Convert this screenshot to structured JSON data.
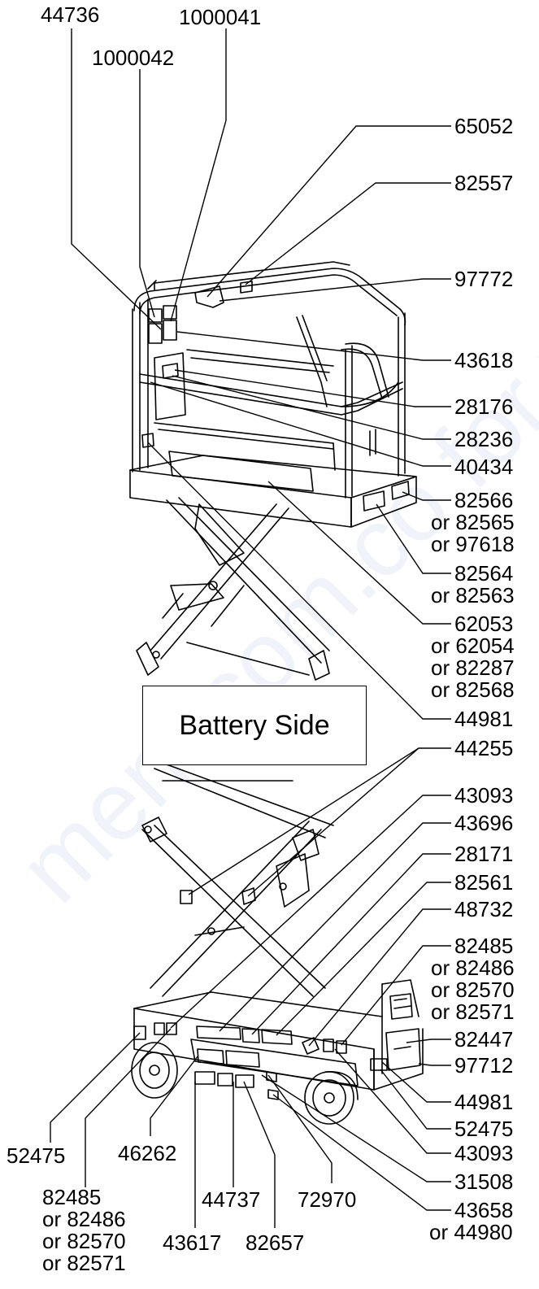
{
  "caption": "Battery Side",
  "watermark": "ment.com.co for your",
  "parts": {
    "p44736": "44736",
    "p1000041": "1000041",
    "p1000042": "1000042",
    "p65052": "65052",
    "p82557": "82557",
    "p97772": "97772",
    "p43618": "43618",
    "p28176": "28176",
    "p28236": "28236",
    "p40434": "40434",
    "p82566": "82566",
    "p82566b": "or 82565",
    "p82566c": "or 97618",
    "p82564": "82564",
    "p82564b": "or 82563",
    "p62053": "62053",
    "p62053b": "or 62054",
    "p62053c": "or 82287",
    "p62053d": "or 82568",
    "p44981a": "44981",
    "p44255": "44255",
    "p43093a": "43093",
    "p43696": "43696",
    "p28171": "28171",
    "p82561": "82561",
    "p48732": "48732",
    "p82485r": "82485",
    "p82485rb": "or 82486",
    "p82485rc": "or 82570",
    "p82485rd": "or 82571",
    "p82447": "82447",
    "p97712": "97712",
    "p44981b": "44981",
    "p52475r": "52475",
    "p43093b": "43093",
    "p31508": "31508",
    "p43658": "43658",
    "p43658b": "or 44980",
    "p52475l": "52475",
    "p46262": "46262",
    "p82485l": "82485",
    "p82485lb": "or 82486",
    "p82485lc": "or 82570",
    "p82485ld": "or 82571",
    "p44737": "44737",
    "p72970": "72970",
    "p43617": "43617",
    "p82657": "82657"
  }
}
